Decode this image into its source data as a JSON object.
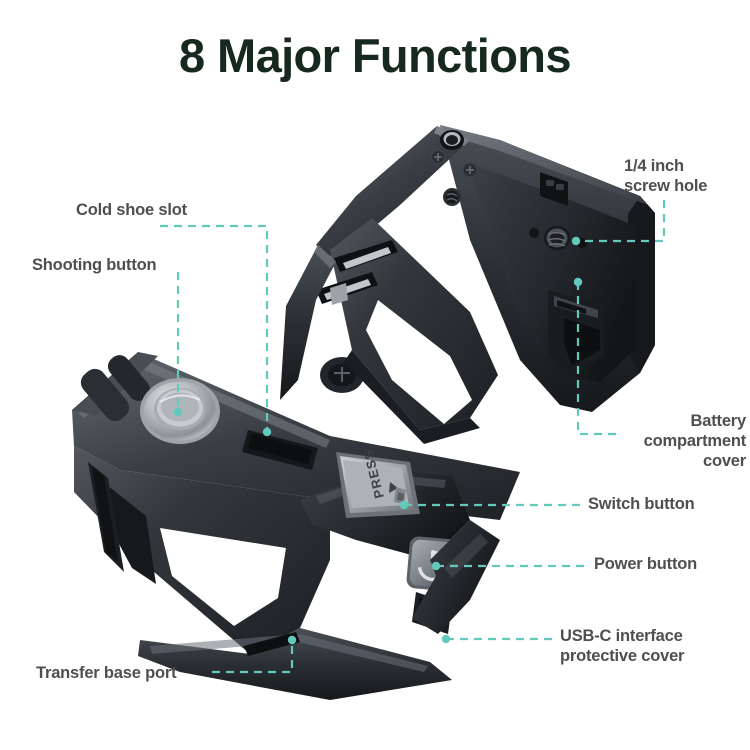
{
  "page": {
    "title": "8 Major Functions",
    "background_color": "#ffffff",
    "title_color": "#17291f",
    "label_color": "#4f4f4f",
    "leader_line_color": "#63c9bd",
    "accent_color": "#63c9bd"
  },
  "product": {
    "name": "camera-cage-rig",
    "body_color": "#2b2e32",
    "body_highlight": "#5a5f66",
    "button_metal_color": "#b9bcc0",
    "switch_label": "PRESS",
    "power_icon": "power-symbol"
  },
  "callouts": [
    {
      "id": "cold-shoe-slot",
      "label": "Cold shoe slot",
      "side": "left",
      "leader": "horizontal-then-down"
    },
    {
      "id": "shooting-button",
      "label": "Shooting button",
      "side": "left",
      "leader": "down"
    },
    {
      "id": "quarter-inch-screw-hole",
      "label": "1/4 inch\nscrew hole",
      "side": "right",
      "leader": "down-then-left"
    },
    {
      "id": "battery-compartment-cover",
      "label": "Battery\ncompartment\ncover",
      "side": "right",
      "leader": "down-then-right"
    },
    {
      "id": "switch-button",
      "label": "Switch button",
      "side": "right",
      "leader": "horizontal"
    },
    {
      "id": "power-button",
      "label": "Power button",
      "side": "right",
      "leader": "horizontal"
    },
    {
      "id": "usbc-interface-protective-cover",
      "label": "USB-C interface\nprotective cover",
      "side": "right",
      "leader": "horizontal"
    },
    {
      "id": "transfer-base-port",
      "label": "Transfer base port",
      "side": "left",
      "leader": "horizontal-then-up"
    }
  ]
}
